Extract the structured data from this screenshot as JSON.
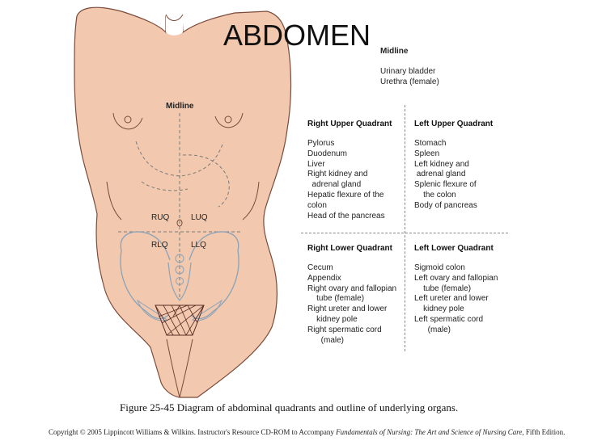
{
  "slide_title": "ABDOMEN",
  "figure": {
    "midline_top_label": "Midline",
    "midline_top_items": [
      "Urinary bladder",
      "Urethra (female)"
    ],
    "body_midline_label": "Midline",
    "body_quadrant_labels": {
      "ruq": "RUQ",
      "luq": "LUQ",
      "rlq": "RLQ",
      "llq": "LLQ"
    },
    "quadrants": [
      {
        "heading": "Right Upper Quadrant",
        "items": [
          "Pylorus",
          "Duodenum",
          "Liver",
          "Right kidney and",
          "  adrenal gland",
          "Hepatic flexure of the",
          "colon",
          "Head of the pancreas"
        ]
      },
      {
        "heading": "Left Upper Quadrant",
        "items": [
          "Stomach",
          "Spleen",
          "Left kidney and",
          " adrenal gland",
          "Splenic flexure of",
          "    the colon",
          "Body of pancreas"
        ]
      },
      {
        "heading": "Right Lower Quadrant",
        "items": [
          "Cecum",
          "Appendix",
          "Right ovary and fallopian",
          "    tube (female)",
          "Right ureter and lower",
          "    kidney pole",
          "Right spermatic cord",
          "      (male)"
        ]
      },
      {
        "heading": "Left Lower Quadrant",
        "items": [
          "Sigmoid colon",
          "Left ovary and fallopian",
          "    tube (female)",
          "Left ureter and lower",
          "    kidney pole",
          "Left spermatic cord",
          "      (male)"
        ]
      }
    ],
    "caption": "Figure 25-45 Diagram of abdominal quadrants and outline of underlying organs."
  },
  "copyright": {
    "prefix": "Copyright © 2005 Lippincott Williams & Wilkins. Instructor's Resource CD-ROM to Accompany ",
    "book_title": "Fundamentals of Nursing: The Art and Science of Nursing Care,",
    "suffix": " Fifth Edition."
  },
  "colors": {
    "skin": "#f2c9ae",
    "skin_outline": "#7a4a3a",
    "organ_outline": "#8aa2b8",
    "pubic_hatch": "#5a2a24",
    "dash": "#7a7a7a"
  }
}
